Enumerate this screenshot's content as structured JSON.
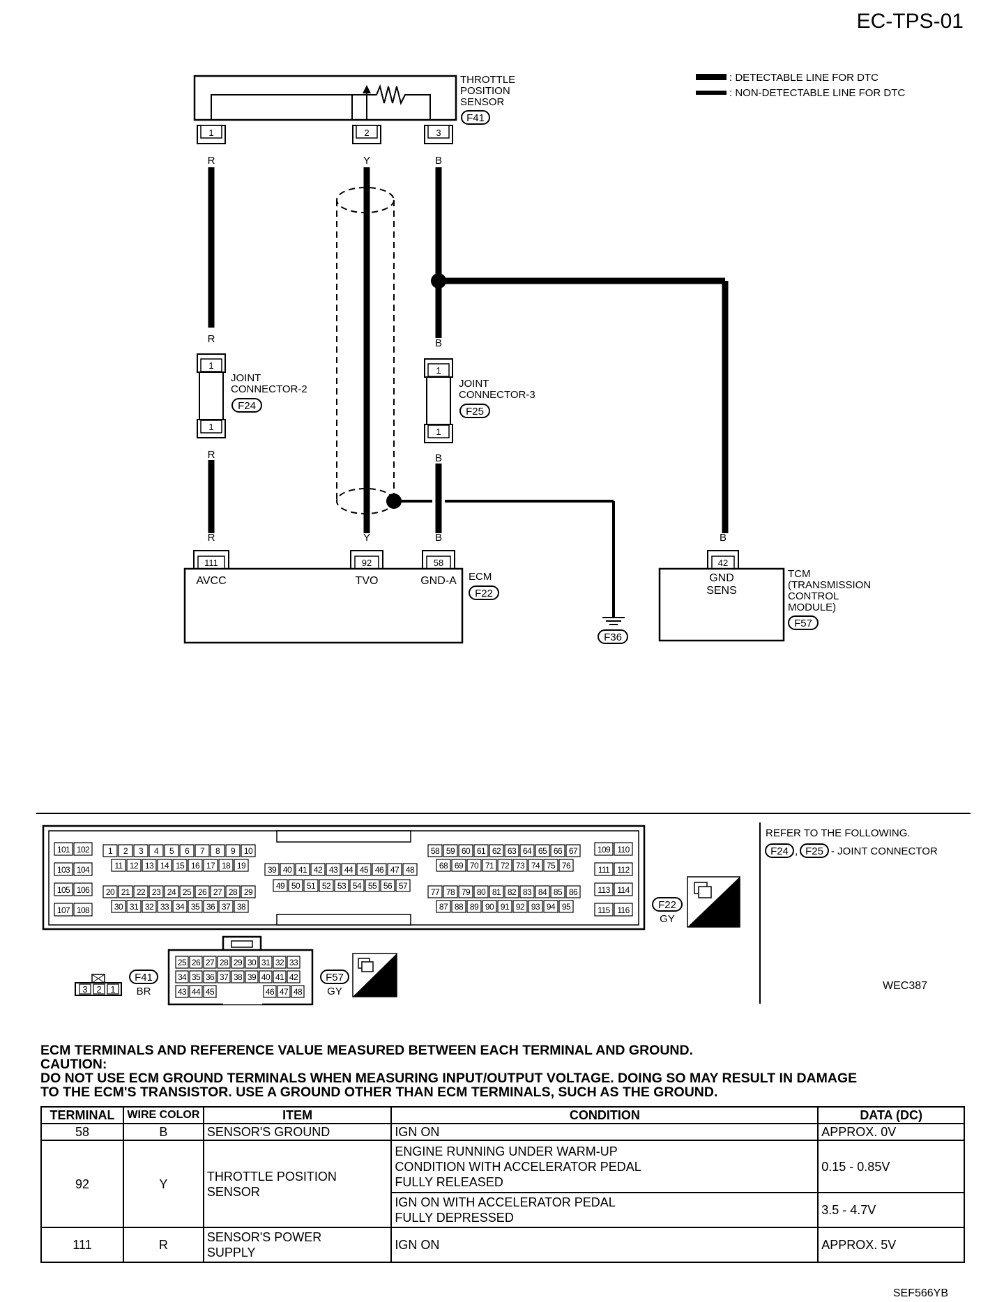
{
  "page_code": "EC-TPS-01",
  "legend": {
    "detectable": ": DETECTABLE LINE FOR DTC",
    "non_detectable": ": NON-DETECTABLE LINE FOR DTC"
  },
  "tps": {
    "name_l1": "THROTTLE",
    "name_l2": "POSITION",
    "name_l3": "SENSOR",
    "connector": "F41",
    "pins": [
      "1",
      "2",
      "3"
    ],
    "wire_colors": [
      "R",
      "Y",
      "B"
    ]
  },
  "joint2": {
    "l1": "JOINT",
    "l2": "CONNECTOR-2",
    "connector": "F24",
    "pin_top": "1",
    "pin_bot": "1",
    "wire_top": "R",
    "wire_bot": "R"
  },
  "joint3": {
    "l1": "JOINT",
    "l2": "CONNECTOR-3",
    "connector": "F25",
    "pin_top": "1",
    "pin_bot": "1",
    "wire_top": "B",
    "wire_bot": "B"
  },
  "ecm": {
    "name": "ECM",
    "connector": "F22",
    "pins": [
      "111",
      "92",
      "58"
    ],
    "labels": [
      "AVCC",
      "TVO",
      "GND-A"
    ],
    "wire_colors": [
      "R",
      "Y",
      "B"
    ]
  },
  "ground": {
    "connector": "F36"
  },
  "tcm": {
    "name_l1": "TCM",
    "name_l2": "(TRANSMISSION",
    "name_l3": "CONTROL",
    "name_l4": "MODULE)",
    "connector": "F57",
    "pin": "42",
    "label_l1": "GND",
    "label_l2": "SENS",
    "wire_color": "B"
  },
  "ecm_connector": {
    "left_block": [
      [
        "101",
        "102"
      ],
      [
        "103",
        "104"
      ],
      [
        "105",
        "106"
      ],
      [
        "107",
        "108"
      ]
    ],
    "row1": [
      "1",
      "2",
      "3",
      "4",
      "5",
      "6",
      "7",
      "8",
      "9",
      "10"
    ],
    "row2": [
      "11",
      "12",
      "13",
      "14",
      "15",
      "16",
      "17",
      "18",
      "19"
    ],
    "row3": [
      "20",
      "21",
      "22",
      "23",
      "24",
      "25",
      "26",
      "27",
      "28",
      "29"
    ],
    "row4": [
      "30",
      "31",
      "32",
      "33",
      "34",
      "35",
      "36",
      "37",
      "38"
    ],
    "mid_row1": [
      "39",
      "40",
      "41",
      "42",
      "43",
      "44",
      "45",
      "46",
      "47",
      "48"
    ],
    "mid_row2": [
      "49",
      "50",
      "51",
      "52",
      "53",
      "54",
      "55",
      "56",
      "57"
    ],
    "right_row1": [
      "58",
      "59",
      "60",
      "61",
      "62",
      "63",
      "64",
      "65",
      "66",
      "67"
    ],
    "right_row2": [
      "68",
      "69",
      "70",
      "71",
      "72",
      "73",
      "74",
      "75",
      "76"
    ],
    "right_row3": [
      "77",
      "78",
      "79",
      "80",
      "81",
      "82",
      "83",
      "84",
      "85",
      "86"
    ],
    "right_row4": [
      "87",
      "88",
      "89",
      "90",
      "91",
      "92",
      "93",
      "94",
      "95"
    ],
    "right_block": [
      [
        "109",
        "110"
      ],
      [
        "111",
        "112"
      ],
      [
        "113",
        "114"
      ],
      [
        "115",
        "116"
      ]
    ],
    "connector": "F22",
    "color": "GY",
    "hs": "H.S."
  },
  "tcm_connector": {
    "row1": [
      "25",
      "26",
      "27",
      "28",
      "29",
      "30",
      "31",
      "32",
      "33"
    ],
    "row2": [
      "34",
      "35",
      "36",
      "37",
      "38",
      "39",
      "40",
      "41",
      "42"
    ],
    "row3_left": [
      "43",
      "44",
      "45"
    ],
    "row3_right": [
      "46",
      "47",
      "48"
    ],
    "connector": "F57",
    "color": "GY",
    "hs": "H.S."
  },
  "tps_connector": {
    "pins": [
      "3",
      "2",
      "1"
    ],
    "connector": "F41",
    "color": "BR"
  },
  "refer": {
    "text": "REFER TO THE FOLLOWING.",
    "c1": "F24",
    "c2": "F25",
    "suffix": "- JOINT CONNECTOR"
  },
  "fig_code": "WEC387",
  "table_title": "ECM TERMINALS AND REFERENCE VALUE MEASURED BETWEEN EACH TERMINAL AND GROUND.",
  "caution_label": "CAUTION:",
  "caution_l1": "DO NOT USE ECM GROUND TERMINALS WHEN MEASURING INPUT/OUTPUT VOLTAGE. DOING SO MAY RESULT IN DAMAGE",
  "caution_l2": "TO THE ECM'S TRANSISTOR. USE A GROUND OTHER THAN ECM TERMINALS, SUCH AS THE GROUND.",
  "table": {
    "headers": [
      "TERMINAL",
      "WIRE COLOR",
      "ITEM",
      "CONDITION",
      "DATA (DC)"
    ],
    "r1": {
      "terminal": "58",
      "wire": "B",
      "item": "SENSOR'S GROUND",
      "condition": "IGN ON",
      "data": "APPROX. 0V"
    },
    "r2": {
      "terminal": "92",
      "wire": "Y",
      "item_l1": "THROTTLE POSITION",
      "item_l2": "SENSOR",
      "cond_a_l1": "ENGINE RUNNING UNDER WARM-UP",
      "cond_a_l2": "CONDITION WITH ACCELERATOR PEDAL",
      "cond_a_l3": "FULLY RELEASED",
      "data_a": "0.15 - 0.85V",
      "cond_b_l1": "IGN ON WITH ACCELERATOR PEDAL",
      "cond_b_l2": "FULLY DEPRESSED",
      "data_b": "3.5 - 4.7V"
    },
    "r3": {
      "terminal": "111",
      "wire": "R",
      "item_l1": "SENSOR'S POWER",
      "item_l2": "SUPPLY",
      "condition": "IGN ON",
      "data": "APPROX. 5V"
    }
  },
  "sheet_code": "SEF566YB"
}
